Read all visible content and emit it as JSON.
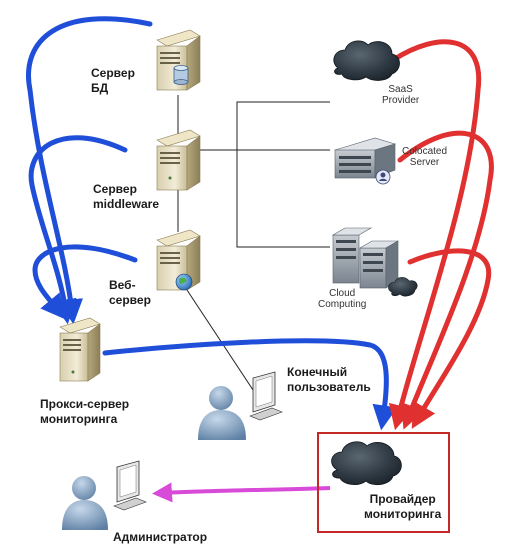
{
  "labels": {
    "db_server": "Сервер\nБД",
    "middleware_server": "Сервер\nmiddleware",
    "web_server": "Веб-\nсервер",
    "proxy": "Прокси-сервер\nмониторинга",
    "end_user": "Конечный\nпользователь",
    "admin": "Администратор",
    "provider": "Провайдер\nмониторинга",
    "saas": "SaaS\nProvider",
    "colocated": "Colocated\nServer",
    "cloud": "Cloud\nComputing"
  },
  "colors": {
    "blue_arrows": "#1f4ed8",
    "red_arrows": "#e03030",
    "magenta_arrow": "#d84ad8",
    "box_border": "#c62828",
    "connector": "#222222"
  },
  "icons": [
    "server-icon",
    "database-icon",
    "globe-icon",
    "cloud-icon",
    "rack-server-icon",
    "user-icon",
    "monitor-icon"
  ]
}
